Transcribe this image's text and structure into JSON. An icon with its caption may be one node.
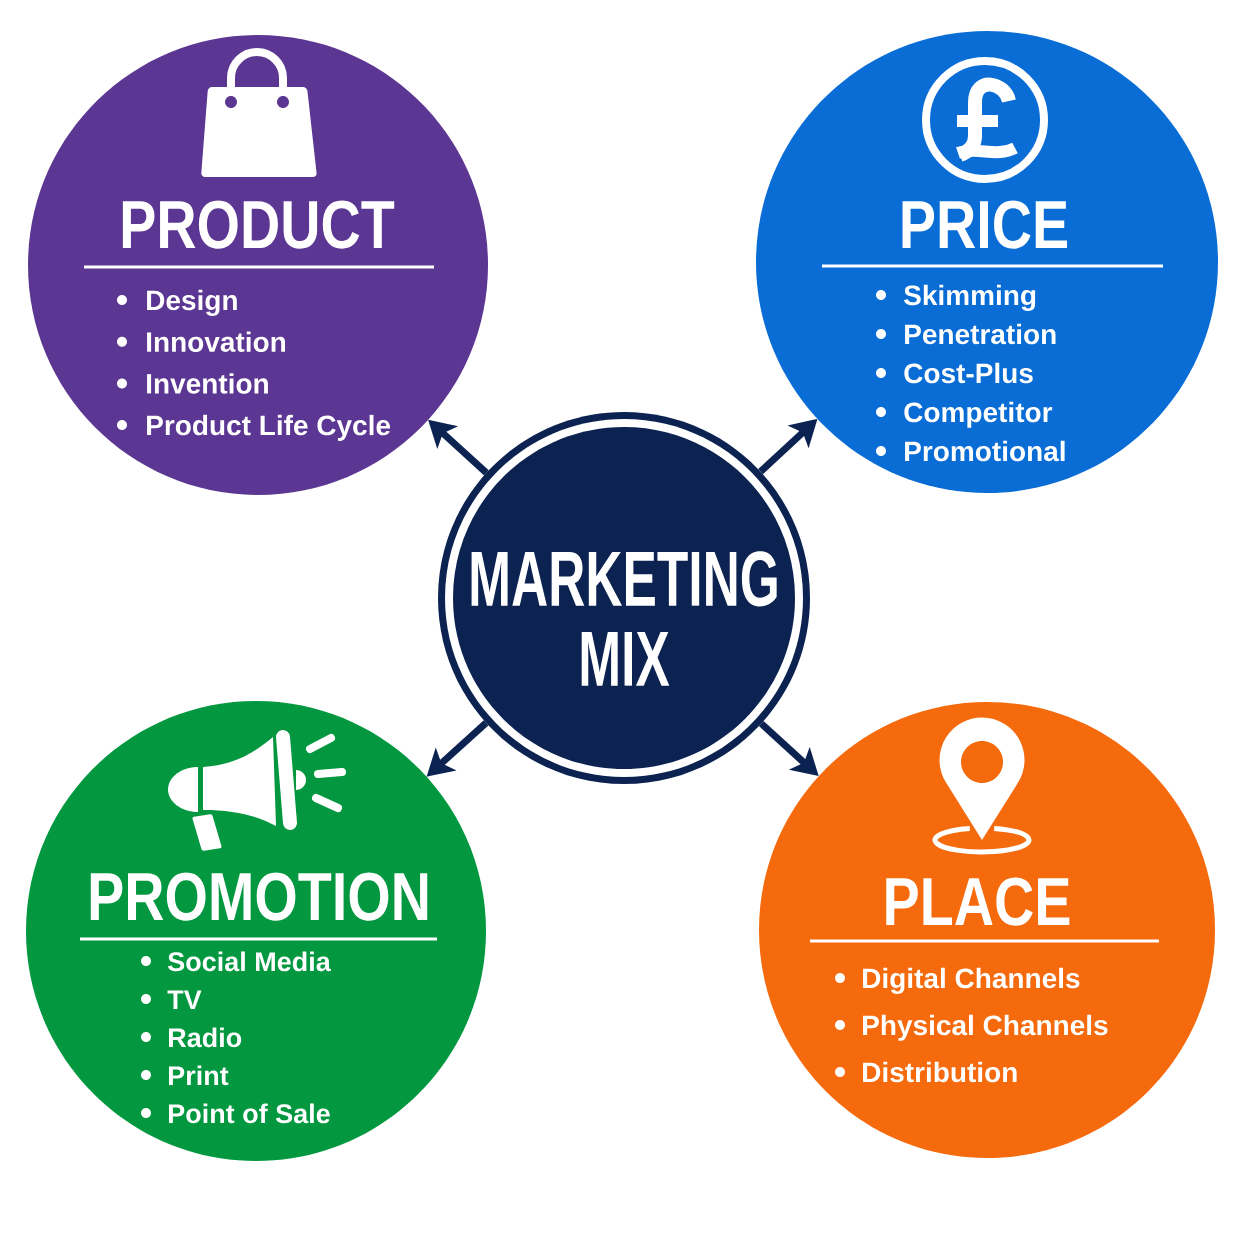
{
  "diagram": {
    "nodes": [
      {
        "text": [
          "MARKETING MIX"
        ]
      },
      {
        "text": [
          "PRODUCT",
          "Design",
          "Innovation",
          "Invention",
          "Product Life Cycle"
        ]
      },
      {
        "text": [
          "PRICE",
          "Skimming",
          "Penetration",
          "Cost-Plus",
          "Competitor",
          "Promotional"
        ]
      },
      {
        "text": [
          "PROMOTION",
          "Social Media",
          "TV",
          "Radio",
          "Print",
          "Point of Sale"
        ]
      },
      {
        "text": [
          "PLACE",
          "Digital Channels",
          "Physical Channels",
          "Distribution"
        ]
      }
    ],
    "edges": [
      {
        "from": 0,
        "to": 1,
        "arrow": "to"
      },
      {
        "from": 0,
        "to": 2,
        "arrow": "to"
      },
      {
        "from": 0,
        "to": 3,
        "arrow": "to"
      },
      {
        "from": 0,
        "to": 4,
        "arrow": "to"
      }
    ]
  }
}
